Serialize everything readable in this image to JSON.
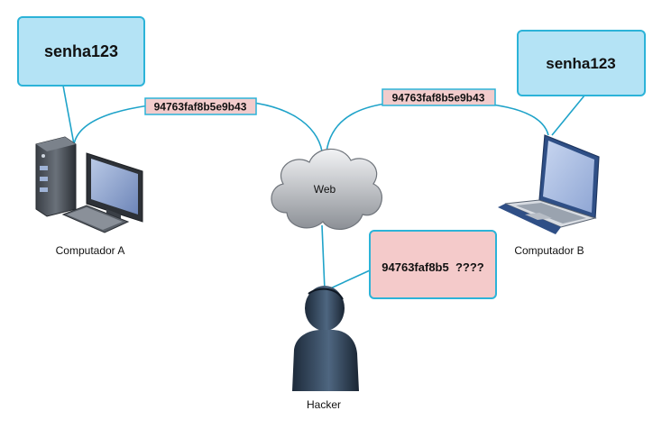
{
  "computer_a": {
    "label": "Computador A",
    "callout": "senha123"
  },
  "computer_b": {
    "label": "Computador B",
    "callout": "senha123"
  },
  "cloud": {
    "label": "Web"
  },
  "hacker": {
    "label": "Hacker",
    "callout": "94763faf8b5  ????"
  },
  "links": {
    "a_to_web": "94763faf8b5e9b43",
    "web_to_b": "94763faf8b5e9b43"
  },
  "colors": {
    "connector": "#1fa3c9",
    "callout_fill": "#b4e3f5",
    "callout_stroke": "#2cb3d8",
    "hash_fill": "#f2cccc",
    "hash_stroke": "#2cb3d8",
    "hacker_callout_fill": "#f4caca"
  },
  "icons": {
    "computer_a": "desktop-pc-icon",
    "computer_b": "laptop-icon",
    "cloud": "cloud-icon",
    "hacker": "person-silhouette-icon"
  }
}
